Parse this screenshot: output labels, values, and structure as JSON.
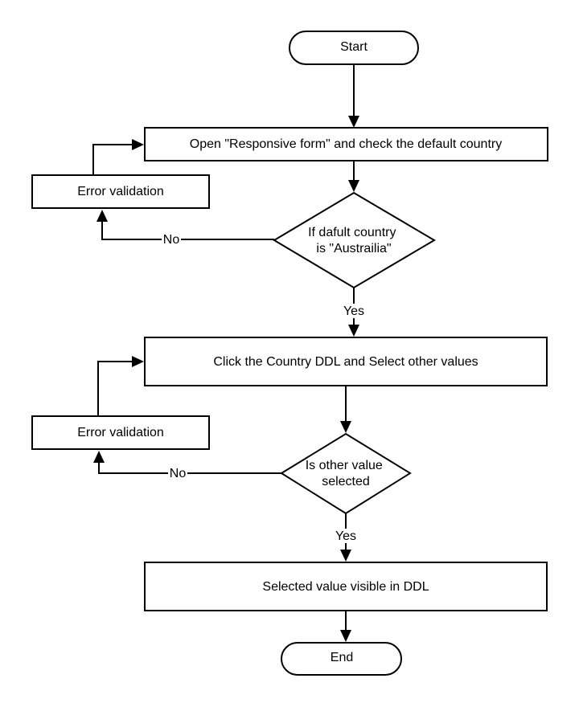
{
  "flowchart": {
    "start": "Start",
    "open_form": "Open \"Responsive form\" and check the default country",
    "error_validation_1": "Error validation",
    "decision_1": [
      "If dafult country",
      "is \"Austrailia\""
    ],
    "no_label_1": "No",
    "yes_label_1": "Yes",
    "click_ddl": "Click the Country DDL and Select other values",
    "error_validation_2": "Error validation",
    "decision_2": [
      "Is other value",
      "selected"
    ],
    "no_label_2": "No",
    "yes_label_2": "Yes",
    "selected_visible": "Selected value visible in DDL",
    "end": "End"
  },
  "colors": {
    "stroke": "#000000",
    "fill": "#ffffff",
    "text": "#000000"
  }
}
